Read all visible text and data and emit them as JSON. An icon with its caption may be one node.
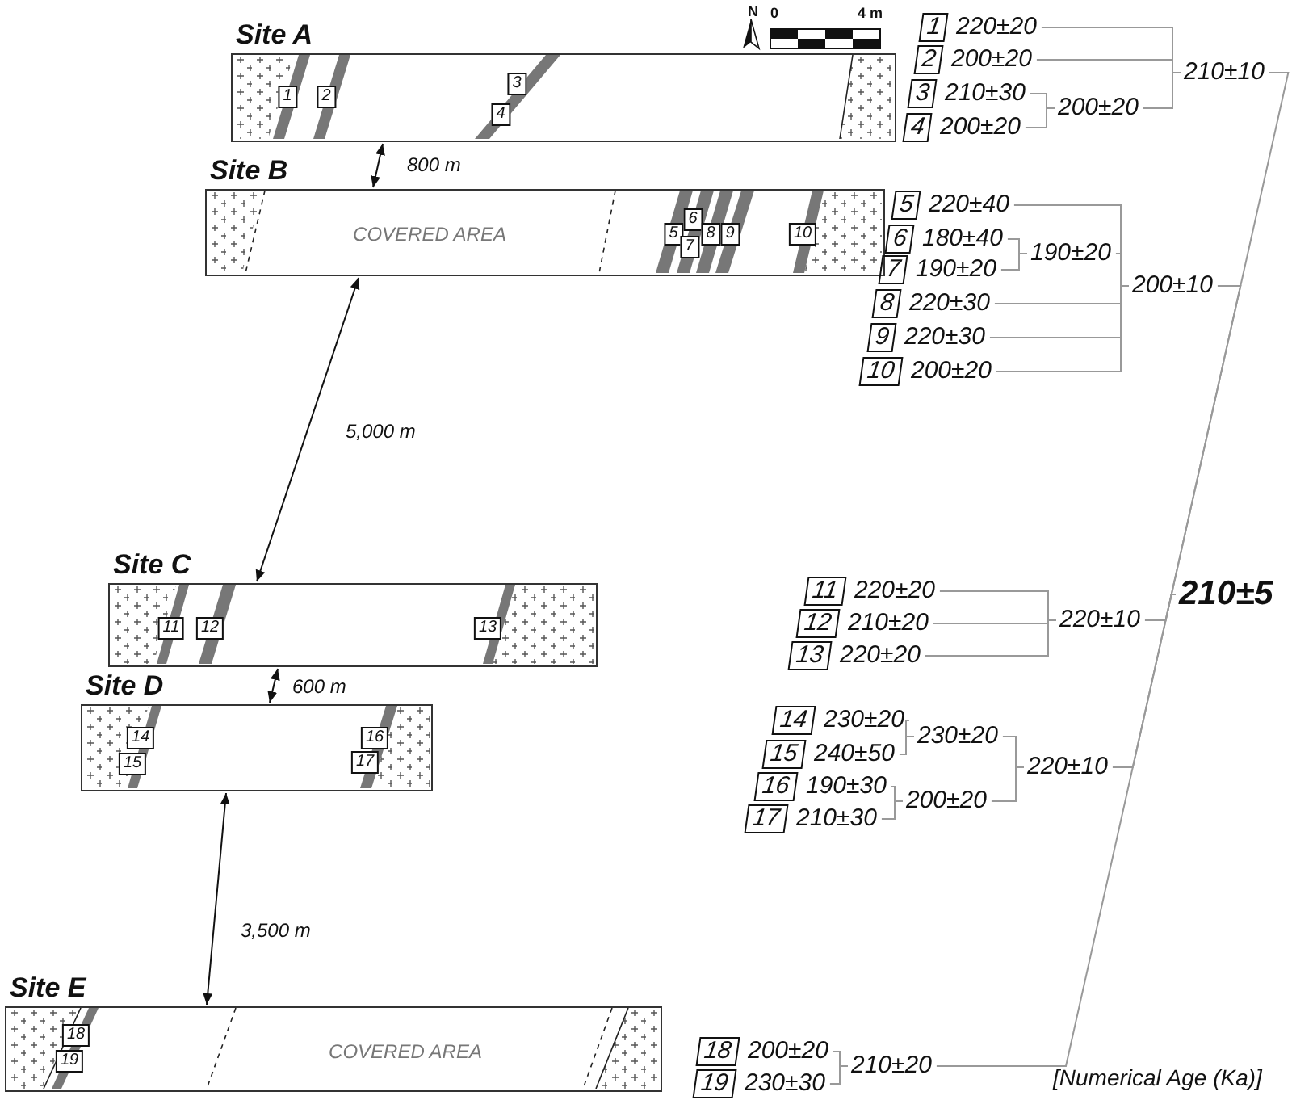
{
  "diagram": {
    "nodes": [
      {
        "text": [
          "Site A"
        ]
      },
      {
        "text": [
          "1"
        ],
        "in": 0
      },
      {
        "text": [
          "2"
        ],
        "in": 0
      },
      {
        "text": [
          "3"
        ],
        "in": 0
      },
      {
        "text": [
          "4"
        ],
        "in": 0
      },
      {
        "text": [
          "Site B",
          "COVERED AREA"
        ]
      },
      {
        "text": [
          "5"
        ],
        "in": 5
      },
      {
        "text": [
          "6"
        ],
        "in": 5
      },
      {
        "text": [
          "7"
        ],
        "in": 5
      },
      {
        "text": [
          "8"
        ],
        "in": 5
      },
      {
        "text": [
          "9"
        ],
        "in": 5
      },
      {
        "text": [
          "10"
        ],
        "in": 5
      },
      {
        "text": [
          "Site C"
        ]
      },
      {
        "text": [
          "11"
        ],
        "in": 12
      },
      {
        "text": [
          "12"
        ],
        "in": 12
      },
      {
        "text": [
          "13"
        ],
        "in": 12
      },
      {
        "text": [
          "Site D"
        ]
      },
      {
        "text": [
          "14"
        ],
        "in": 16
      },
      {
        "text": [
          "15"
        ],
        "in": 16
      },
      {
        "text": [
          "16"
        ],
        "in": 16
      },
      {
        "text": [
          "17"
        ],
        "in": 16
      },
      {
        "text": [
          "Site E",
          "COVERED AREA"
        ]
      },
      {
        "text": [
          "18"
        ],
        "in": 21
      },
      {
        "text": [
          "19"
        ],
        "in": 21
      },
      {
        "text": [
          "1"
        ],
        "beside": [
          "220±20"
        ]
      },
      {
        "text": [
          "2"
        ],
        "beside": [
          "200±20"
        ]
      },
      {
        "text": [
          "3"
        ],
        "beside": [
          "210±30"
        ]
      },
      {
        "text": [
          "4"
        ],
        "beside": [
          "200±20"
        ]
      },
      {
        "text": [
          "5"
        ],
        "beside": [
          "220±40"
        ]
      },
      {
        "text": [
          "6"
        ],
        "beside": [
          "180±40"
        ]
      },
      {
        "text": [
          "7"
        ],
        "beside": [
          "190±20"
        ]
      },
      {
        "text": [
          "8"
        ],
        "beside": [
          "220±30"
        ]
      },
      {
        "text": [
          "9"
        ],
        "beside": [
          "220±30"
        ]
      },
      {
        "text": [
          "10"
        ],
        "beside": [
          "200±20"
        ]
      },
      {
        "text": [
          "11"
        ],
        "beside": [
          "220±20"
        ]
      },
      {
        "text": [
          "12"
        ],
        "beside": [
          "210±20"
        ]
      },
      {
        "text": [
          "13"
        ],
        "beside": [
          "220±20"
        ]
      },
      {
        "text": [
          "14"
        ],
        "beside": [
          "230±20"
        ]
      },
      {
        "text": [
          "15"
        ],
        "beside": [
          "240±50"
        ]
      },
      {
        "text": [
          "16"
        ],
        "beside": [
          "190±30"
        ]
      },
      {
        "text": [
          "17"
        ],
        "beside": [
          "210±30"
        ]
      },
      {
        "text": [
          "18"
        ],
        "beside": [
          "200±20"
        ]
      },
      {
        "text": [
          "19"
        ],
        "beside": [
          "230±30"
        ]
      },
      {
        "text": [
          "200±20"
        ]
      },
      {
        "text": [
          "210±10"
        ]
      },
      {
        "text": [
          "190±20"
        ]
      },
      {
        "text": [
          "200±10"
        ]
      },
      {
        "text": [
          "220±10"
        ]
      },
      {
        "text": [
          "230±20"
        ]
      },
      {
        "text": [
          "200±20"
        ]
      },
      {
        "text": [
          "220±10"
        ]
      },
      {
        "text": [
          "210±20"
        ]
      },
      {
        "text": [
          "210±5"
        ]
      }
    ],
    "edges": [
      {
        "from": 26,
        "to": 43,
        "arrow": "none"
      },
      {
        "from": 27,
        "to": 43,
        "arrow": "none"
      },
      {
        "from": 24,
        "to": 44,
        "arrow": "none"
      },
      {
        "from": 25,
        "to": 44,
        "arrow": "none"
      },
      {
        "from": 43,
        "to": 44,
        "arrow": "none"
      },
      {
        "from": 29,
        "to": 45,
        "arrow": "none"
      },
      {
        "from": 30,
        "to": 45,
        "arrow": "none"
      },
      {
        "from": 28,
        "to": 46,
        "arrow": "none"
      },
      {
        "from": 45,
        "to": 46,
        "arrow": "none"
      },
      {
        "from": 31,
        "to": 46,
        "arrow": "none"
      },
      {
        "from": 32,
        "to": 46,
        "arrow": "none"
      },
      {
        "from": 33,
        "to": 46,
        "arrow": "none"
      },
      {
        "from": 34,
        "to": 47,
        "arrow": "none"
      },
      {
        "from": 35,
        "to": 47,
        "arrow": "none"
      },
      {
        "from": 36,
        "to": 47,
        "arrow": "none"
      },
      {
        "from": 37,
        "to": 48,
        "arrow": "none"
      },
      {
        "from": 38,
        "to": 48,
        "arrow": "none"
      },
      {
        "from": 39,
        "to": 49,
        "arrow": "none"
      },
      {
        "from": 40,
        "to": 49,
        "arrow": "none"
      },
      {
        "from": 48,
        "to": 50,
        "arrow": "none"
      },
      {
        "from": 49,
        "to": 50,
        "arrow": "none"
      },
      {
        "from": 41,
        "to": 51,
        "arrow": "none"
      },
      {
        "from": 42,
        "to": 51,
        "arrow": "none"
      },
      {
        "from": 44,
        "to": 52,
        "arrow": "none"
      },
      {
        "from": 46,
        "to": 52,
        "arrow": "none"
      },
      {
        "from": 47,
        "to": 52,
        "arrow": "none"
      },
      {
        "from": 50,
        "to": 52,
        "arrow": "none"
      },
      {
        "from": 51,
        "to": 52,
        "arrow": "none"
      },
      {
        "from": 0,
        "to": 5,
        "arrow": "both",
        "label": "800 m",
        "color": "#111111"
      },
      {
        "from": 5,
        "to": 12,
        "arrow": "both",
        "label": "5,000 m",
        "color": "#111111"
      },
      {
        "from": 12,
        "to": 16,
        "arrow": "both",
        "label": "600 m",
        "color": "#111111"
      },
      {
        "from": 16,
        "to": 21,
        "arrow": "both",
        "label": "3,500 m",
        "color": "#111111"
      }
    ],
    "labels": [
      "N",
      "0",
      "4 m",
      "[Numerical Age (Ka)]"
    ]
  }
}
